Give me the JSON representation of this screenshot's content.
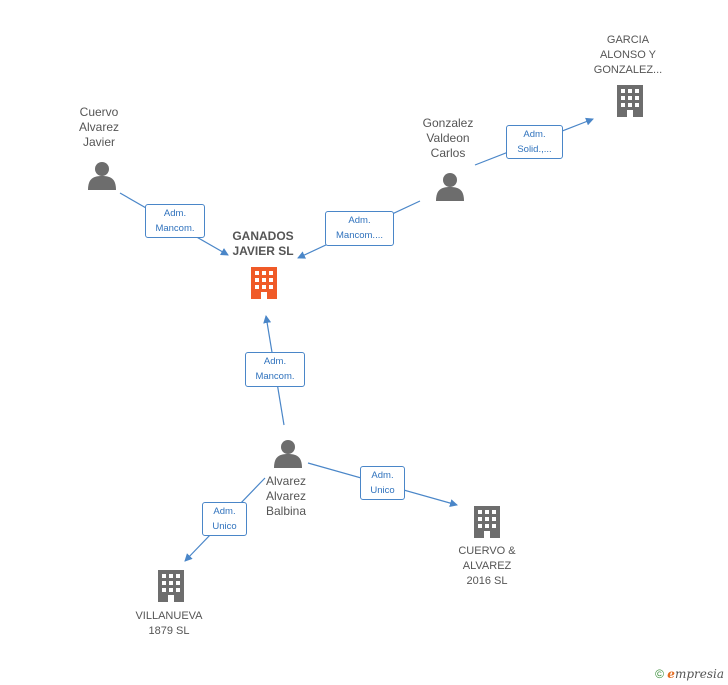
{
  "nodes": {
    "ganados": {
      "label": "GANADOS\nJAVIER  SL",
      "color": "#f05a28"
    },
    "cuervo_javier": {
      "label": "Cuervo\nAlvarez\nJavier"
    },
    "gonzalez_carlos": {
      "label": "Gonzalez\nValdeon\nCarlos"
    },
    "garcia_alonso": {
      "label": "GARCIA\nALONSO Y\nGONZALEZ..."
    },
    "alvarez_balbina": {
      "label": "Alvarez\nAlvarez\nBalbina"
    },
    "cuervo_alvarez": {
      "label": "CUERVO &\nALVAREZ\n2016  SL"
    },
    "villanueva": {
      "label": "VILLANUEVA\n1879 SL"
    }
  },
  "edges": {
    "cuervo_to_ganados": "Adm.\nMancom.",
    "gonzalez_to_ganados": "Adm.\nMancom....",
    "gonzalez_to_garcia": "Adm.\nSolid.,...",
    "balbina_to_ganados": "Adm.\nMancom.",
    "balbina_to_cuervo": "Adm.\nUnico",
    "balbina_to_villanueva": "Adm.\nUnico"
  },
  "colors": {
    "edge": "#4a86c8",
    "icon": "#6d6d6d",
    "highlight": "#f05a28"
  },
  "footer": {
    "copyright": "©",
    "brand_e": "e",
    "brand_rest": "mpresia"
  }
}
